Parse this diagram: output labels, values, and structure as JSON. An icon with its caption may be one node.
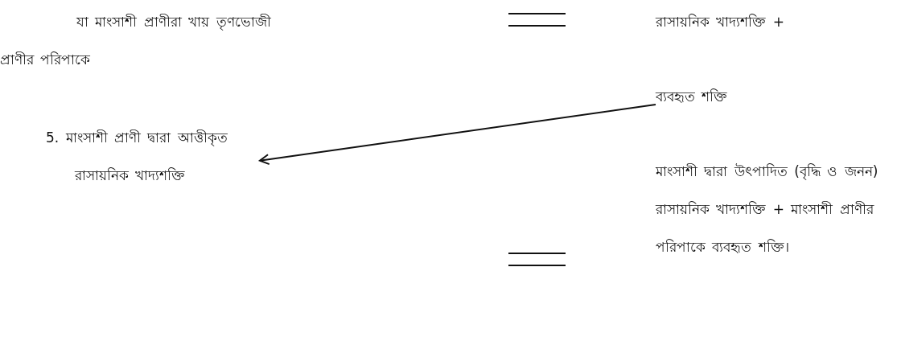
{
  "diagram": {
    "nodes": [
      {
        "text": [
          "ব্যবহৃত শক্তি"
        ]
      },
      {
        "text": [
          "5. মাংসাশী প্রাণী দ্বারা আত্তীকৃত রাসায়নিক খাদ্যশক্তি"
        ]
      }
    ],
    "edges": [
      {
        "from": 0,
        "to": 1,
        "arrow": "to"
      }
    ],
    "labels": [
      "যা মাংসাশী প্রাণীরা খায় তৃণভোজী প্রাণীর পরিপাকে",
      "রাসায়নিক খাদ্যশক্তি +",
      "মাংসাশী দ্বারা উৎপাদিত (বৃদ্ধি ও জনন) রাসায়নিক খাদ্যশক্তি + মাংসাশী প্রাণীর পরিপাকে ব্যবহৃত শক্তি।"
    ]
  }
}
